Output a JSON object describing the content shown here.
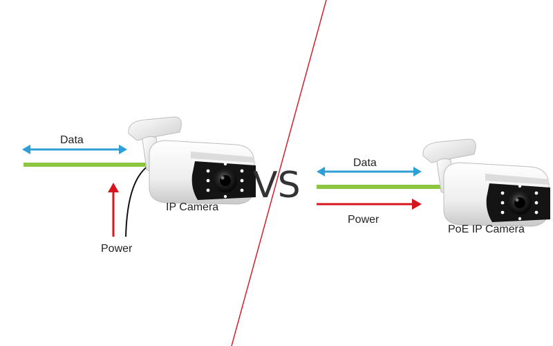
{
  "left": {
    "data_label": "Data",
    "power_label": "Power",
    "camera_label": "IP Camera"
  },
  "center": {
    "vs_label": "VS"
  },
  "right": {
    "data_label": "Data",
    "power_label": "Power",
    "camera_label": "PoE IP Camera"
  },
  "colors": {
    "data": "#2e9fd6",
    "network": "#8cc63f",
    "power": "#d7151d",
    "divider": "#d31f26",
    "cable": "#111111"
  },
  "icons": {
    "camera": "bullet-camera-icon",
    "arrow_bidirectional": "double-arrow-icon",
    "arrow_up": "arrow-up-icon",
    "arrow_right": "arrow-right-icon"
  }
}
